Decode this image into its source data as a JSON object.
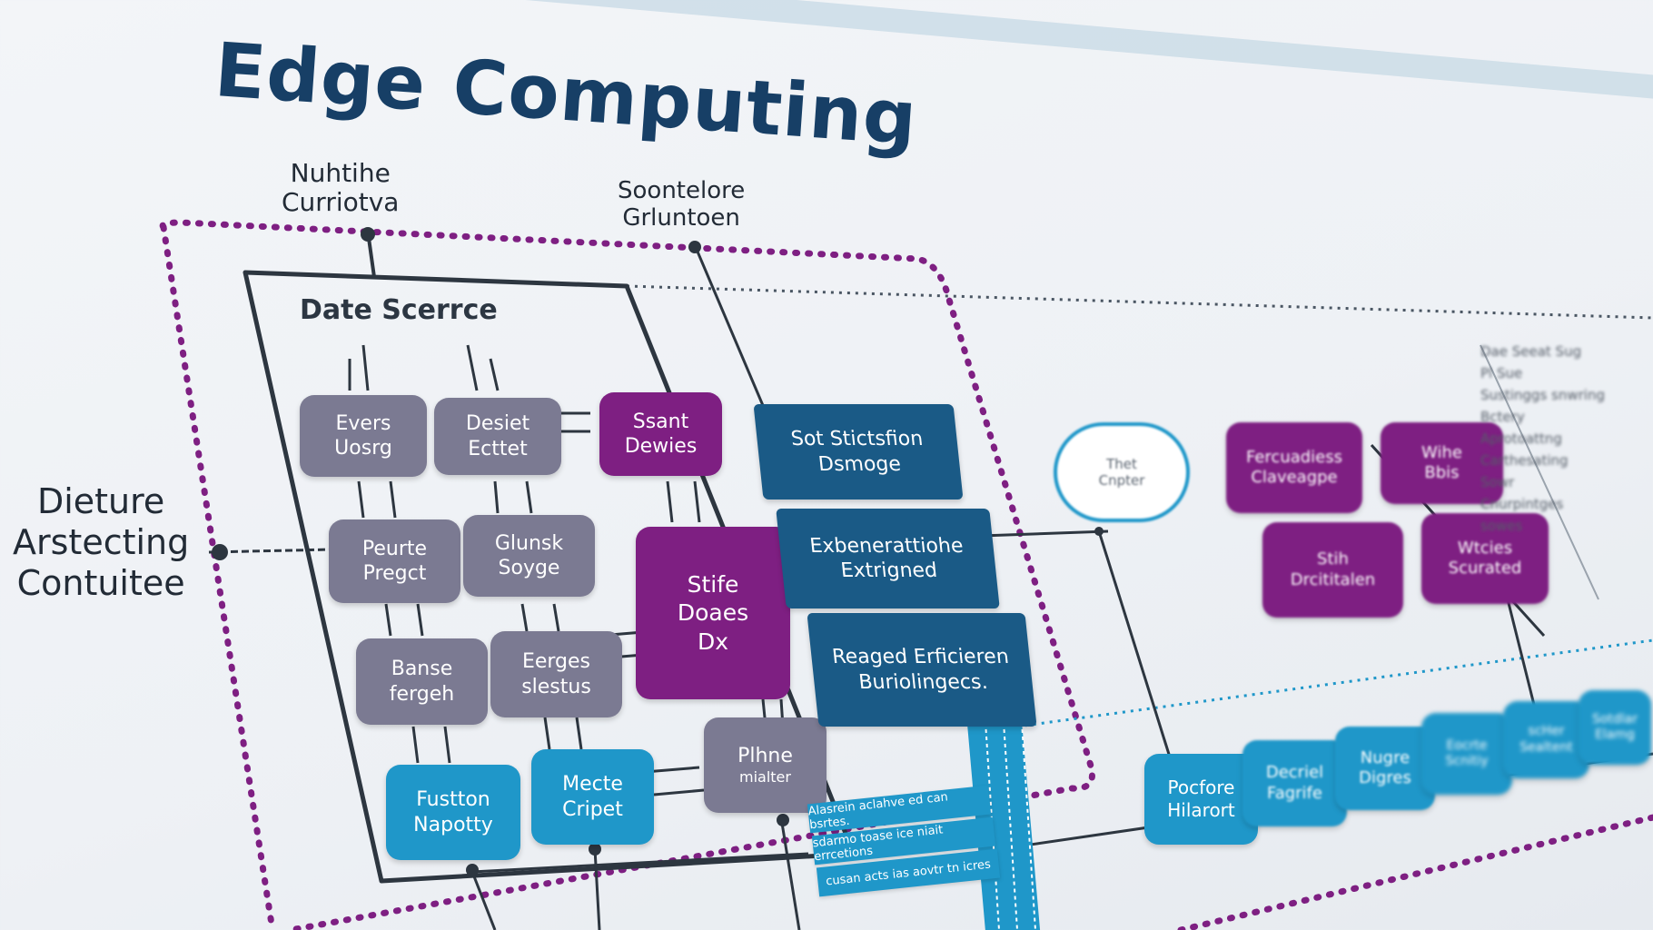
{
  "title": "Edge Computing",
  "labels": {
    "top_left": [
      "Nuhtihe",
      "Curriotva"
    ],
    "top_center": [
      "Soontelore",
      "Grluntoen"
    ],
    "side": [
      "Dieture",
      "Arstecting",
      "Contuitee"
    ],
    "inner_box": "Date Scerrce"
  },
  "blocks": {
    "evers_uosrg": [
      "Evers",
      "Uosrg"
    ],
    "desiet_ecttet": [
      "Desiet",
      "Ecttet"
    ],
    "ssant_dewies": [
      "Ssant",
      "Dewies"
    ],
    "peurte_pregct": [
      "Peurte",
      "Pregct"
    ],
    "glunsk_soyge": [
      "Glunsk",
      "Soyge"
    ],
    "stife_doaes_dx": [
      "Stife",
      "Doaes",
      "Dx"
    ],
    "banse_fergeh": [
      "Banse",
      "fergeh"
    ],
    "eerges_slestus": [
      "Eerges",
      "slestus"
    ],
    "plhne_mialter": [
      "Plhne",
      "mialter"
    ],
    "fustton_napotty": [
      "Fustton",
      "Napotty"
    ],
    "mecte_cripet": [
      "Mecte",
      "Cripet"
    ]
  },
  "stack": [
    [
      "Sot Stictsfion",
      "Dsmoge"
    ],
    [
      "Exbenerattiohe",
      "Extrigned"
    ],
    [
      "Reaged Erficieren",
      "Buriolingecs."
    ]
  ],
  "strips": [
    "Alasrein aclahve ed can bsrtes.",
    "sdarmo toase ice niait errcetions",
    "cusan acts ias aovtr tn icres"
  ],
  "cloud": [
    "Thet",
    "Cnpter"
  ],
  "right_blocks": [
    [
      "Fercuadiess",
      "Claveagpe"
    ],
    [
      "Wihe",
      "Bbis"
    ],
    [
      "Stih",
      "Drcititalen"
    ],
    [
      "Wtcies",
      "Scurated"
    ]
  ],
  "bottom_row": [
    [
      "Pocfore",
      "Hilarort"
    ],
    [
      "Decriel",
      "Fagrife"
    ],
    [
      "Nugre",
      "Digres"
    ],
    [
      "Eocrte",
      "Scnitiy"
    ],
    [
      "scHer",
      "Sealtent"
    ],
    [
      "Sotdlar",
      "Elamg"
    ]
  ],
  "side_text": [
    "Dae Seeat Sug",
    "Pl Sue",
    "Sustinggs snwring",
    "Bctery",
    "Aprotoattng",
    "Carthesating",
    "Sowr",
    "Cnurpintges",
    "sowes"
  ],
  "colors": {
    "navy": "#173f66",
    "purple": "#7e1f82",
    "cyan": "#1f97c9",
    "gray": "#7b7a92",
    "stack_blue": "#1a5a86"
  }
}
